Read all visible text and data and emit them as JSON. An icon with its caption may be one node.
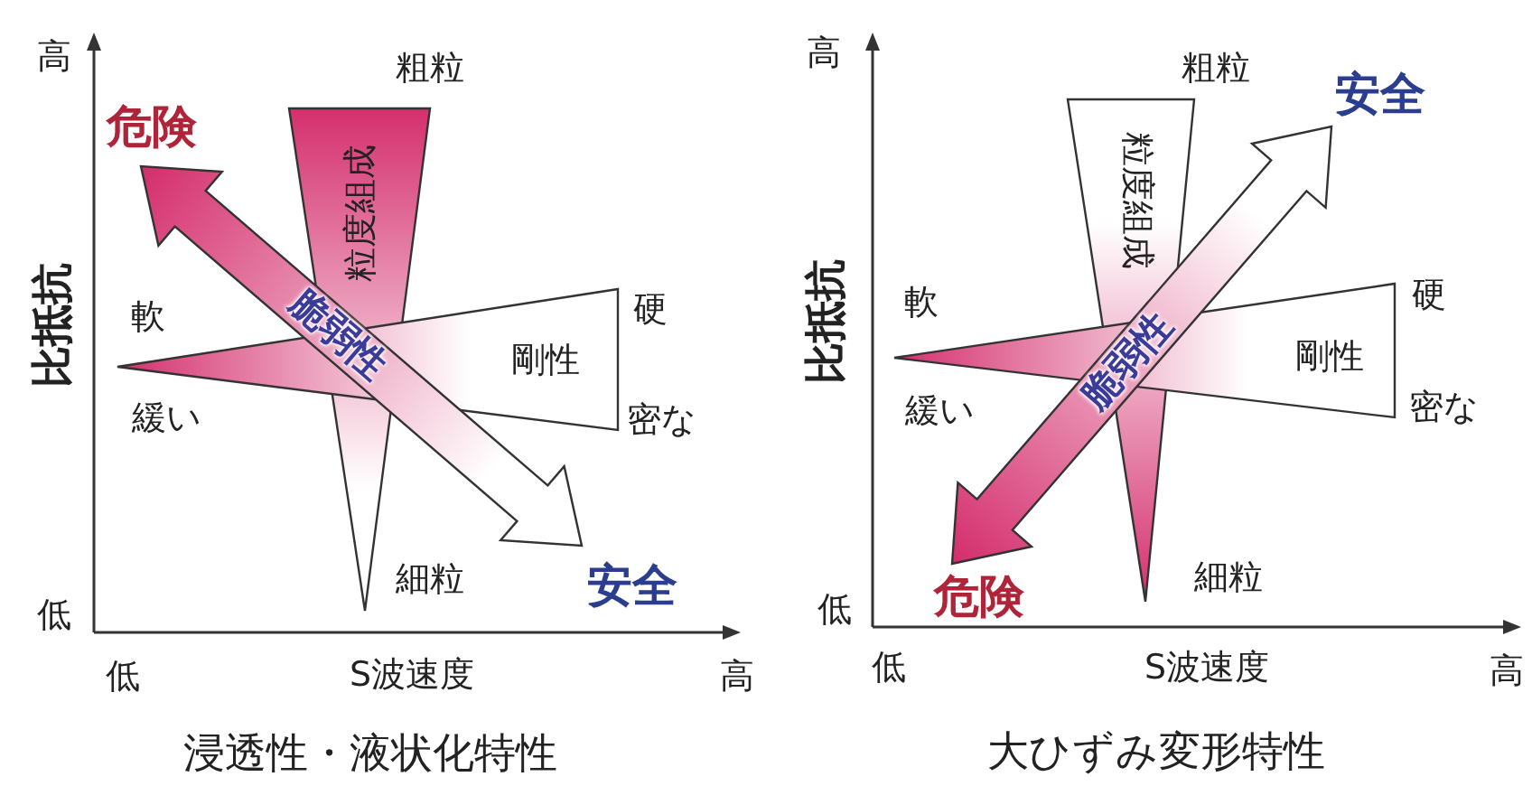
{
  "diagram": {
    "nodes": [
      {
        "text": [
          "粒度組成"
        ]
      },
      {
        "text": [
          "剛性"
        ]
      },
      {
        "text": [
          "危険"
        ]
      },
      {
        "text": [
          "安全"
        ]
      },
      {
        "text": [
          "粒度組成"
        ]
      },
      {
        "text": [
          "剛性"
        ]
      },
      {
        "text": [
          "安全"
        ]
      },
      {
        "text": [
          "危険"
        ]
      }
    ],
    "edges": [
      {
        "from": 2,
        "to": 3,
        "arrow": "both",
        "label": "脆弱性"
      },
      {
        "from": 7,
        "to": 6,
        "arrow": "both",
        "label": "脆弱性"
      }
    ],
    "labels": [
      "高",
      "比抵抗",
      "低",
      "粗粒",
      "軟",
      "緩い",
      "硬",
      "密な",
      "細粒",
      "低",
      "S波速度",
      "高",
      "浸透性・液状化特性",
      "高",
      "比抵抗",
      "低",
      "粗粒",
      "軟",
      "緩い",
      "硬",
      "密な",
      "細粒",
      "低",
      "S波速度",
      "高",
      "大ひずみ変形特性"
    ]
  }
}
